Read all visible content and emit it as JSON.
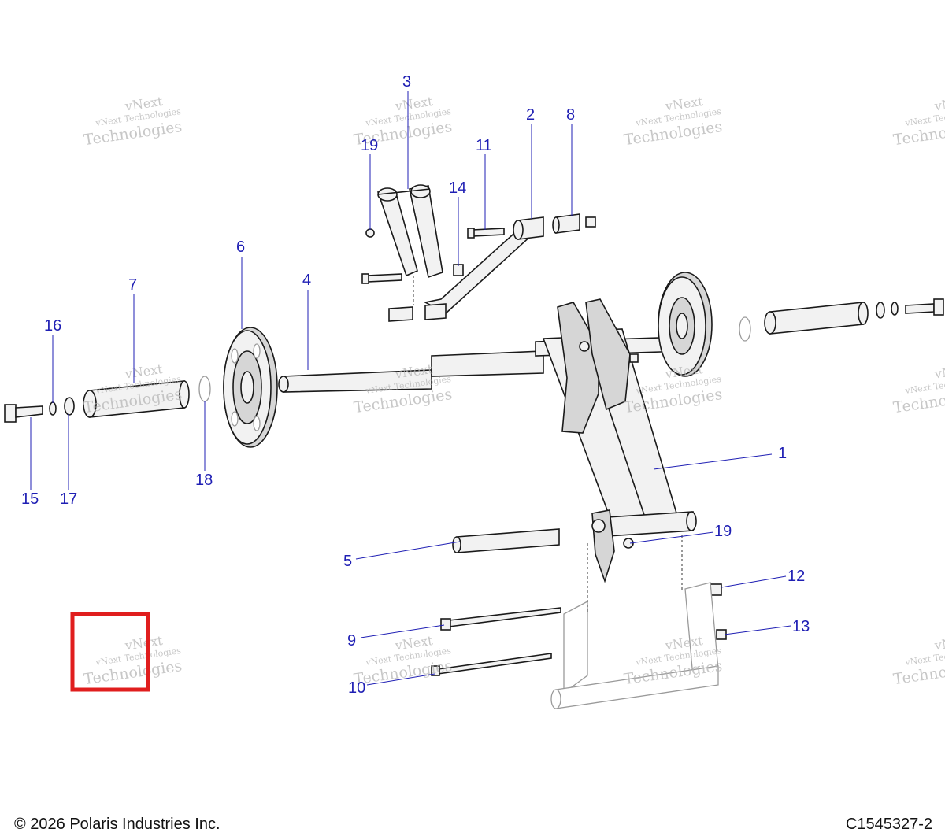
{
  "callouts": [
    "1",
    "2",
    "3",
    "4",
    "5",
    "6",
    "7",
    "8",
    "9",
    "10",
    "11",
    "12",
    "13",
    "14",
    "15",
    "16",
    "17",
    "18",
    "19",
    "19"
  ],
  "watermark": {
    "line1": "vNext Technologies",
    "line2": "Technologies",
    "line3": "vNext"
  },
  "footer": {
    "copyright": "© 2026 Polaris Industries Inc.",
    "diagram_id": "C1545327-2"
  },
  "colors": {
    "callout": "#1f1fb4",
    "highlight": "#e01e1e"
  }
}
